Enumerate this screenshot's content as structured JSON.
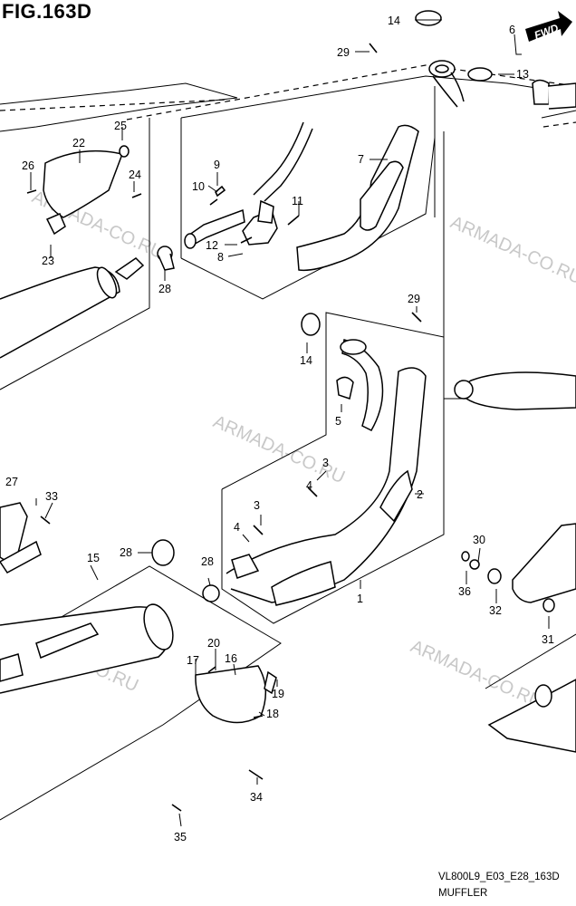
{
  "figure": {
    "title": "FIG.163D",
    "code": "VL800L9_E03_E28_163D",
    "caption": "MUFFLER",
    "fwd_label": "FWD"
  },
  "watermarks": [
    "ARMADA-CO.RU",
    "ARMADA-CO.RU",
    "ARMADA-CO.RU",
    "ARMADA-CO.RU",
    "ARMADA-CO.RU"
  ],
  "callouts": [
    "1",
    "2",
    "3",
    "3",
    "4",
    "4",
    "5",
    "6",
    "7",
    "8",
    "9",
    "10",
    "11",
    "12",
    "13",
    "14",
    "14",
    "15",
    "16",
    "17",
    "18",
    "19",
    "20",
    "22",
    "23",
    "24",
    "25",
    "26",
    "27",
    "28",
    "28",
    "28",
    "29",
    "29",
    "30",
    "31",
    "32",
    "33",
    "34",
    "35",
    "36"
  ]
}
